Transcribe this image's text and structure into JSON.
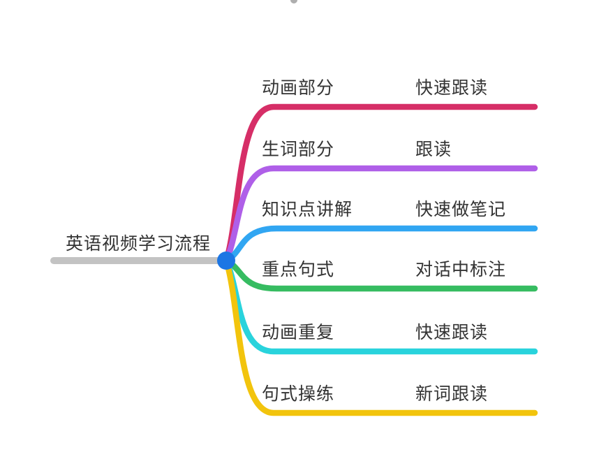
{
  "root": {
    "label": "英语视频学习流程",
    "line_color": "#C3C3C3",
    "dot_color": "#1C76E4"
  },
  "branches": [
    {
      "topic": "动画部分",
      "subtopic": "快速跟读",
      "color": "#D62E67"
    },
    {
      "topic": "生词部分",
      "subtopic": "跟读",
      "color": "#AF5FE8"
    },
    {
      "topic": "知识点讲解",
      "subtopic": "快速做笔记",
      "color": "#31A6F2"
    },
    {
      "topic": "重点句式",
      "subtopic": "对话中标注",
      "color": "#36BC61"
    },
    {
      "topic": "动画重复",
      "subtopic": "快速跟读",
      "color": "#29D3DC"
    },
    {
      "topic": "句式操练",
      "subtopic": "新词跟读",
      "color": "#F2C40D"
    }
  ],
  "style": {
    "text_color": "#333333",
    "background": "#FFFFFF"
  }
}
